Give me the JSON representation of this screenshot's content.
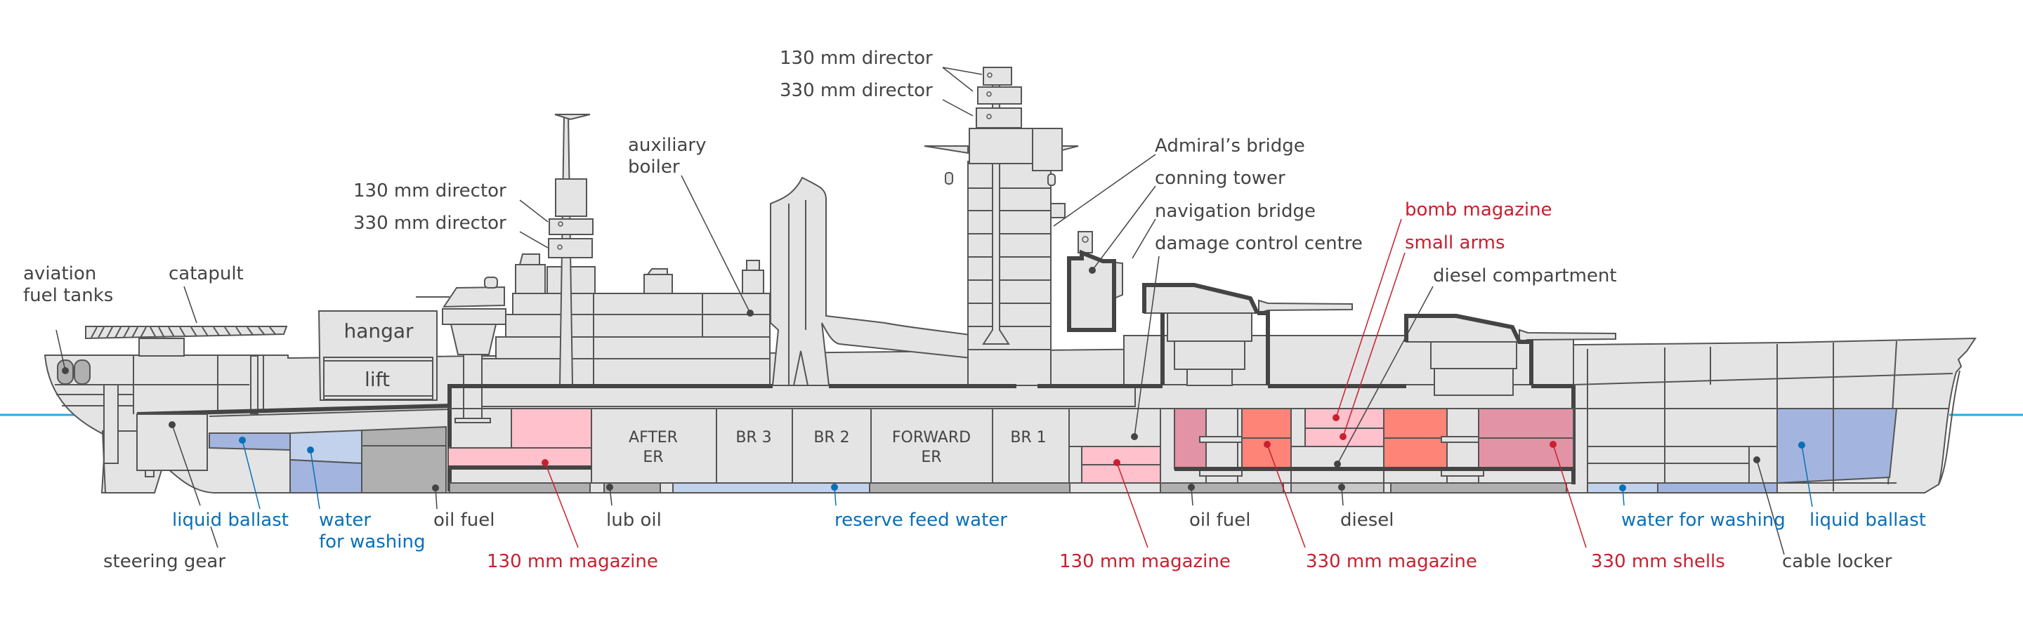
{
  "colors": {
    "hull": "#e4e4e4",
    "outline": "#555555",
    "label_dark": "#444444",
    "label_red": "#c8202f",
    "label_blue": "#0a6fb8",
    "waterline": "#29a8e0",
    "magazine_light": "#ffc1cc",
    "magazine_mid": "#e293a5",
    "magazine_strong": "#ff8478",
    "ballast_blue": "#a3b5df",
    "water_light_blue": "#c3d2ec",
    "fuel_gray": "#b0b0b0"
  },
  "compartments": {
    "hangar": "hangar",
    "lift": "lift",
    "after_er": [
      "AFTER",
      "ER"
    ],
    "br3": "BR 3",
    "br2": "BR 2",
    "forward_er": [
      "FORWARD",
      "ER"
    ],
    "br1": "BR 1"
  },
  "labels": {
    "aviation_fuel_tanks": [
      "aviation",
      "fuel tanks"
    ],
    "catapult": "catapult",
    "aft_130_director": "130 mm director",
    "aft_330_director": "330 mm director",
    "auxiliary_boiler": [
      "auxiliary",
      "boiler"
    ],
    "fwd_130_director": "130 mm director",
    "fwd_330_director": "330 mm director",
    "admirals_bridge": "Admiral’s bridge",
    "conning_tower": "conning tower",
    "navigation_bridge": "navigation bridge",
    "damage_control_centre": "damage control centre",
    "bomb_magazine": "bomb magazine",
    "small_arms": "small arms",
    "diesel_compartment": "diesel compartment",
    "liquid_ballast_aft": "liquid ballast",
    "steering_gear": "steering gear",
    "water_for_washing_aft": [
      "water",
      "for washing"
    ],
    "oil_fuel_aft": "oil fuel",
    "magazine_130_aft": "130 mm magazine",
    "lub_oil": "lub oil",
    "reserve_feed_water": "reserve feed water",
    "magazine_130_fwd": "130 mm magazine",
    "oil_fuel_fwd": "oil fuel",
    "magazine_330": "330 mm magazine",
    "diesel": "diesel",
    "shells_330": "330 mm shells",
    "water_for_washing_fwd": "water for washing",
    "liquid_ballast_fwd": "liquid ballast",
    "cable_locker": "cable locker"
  }
}
